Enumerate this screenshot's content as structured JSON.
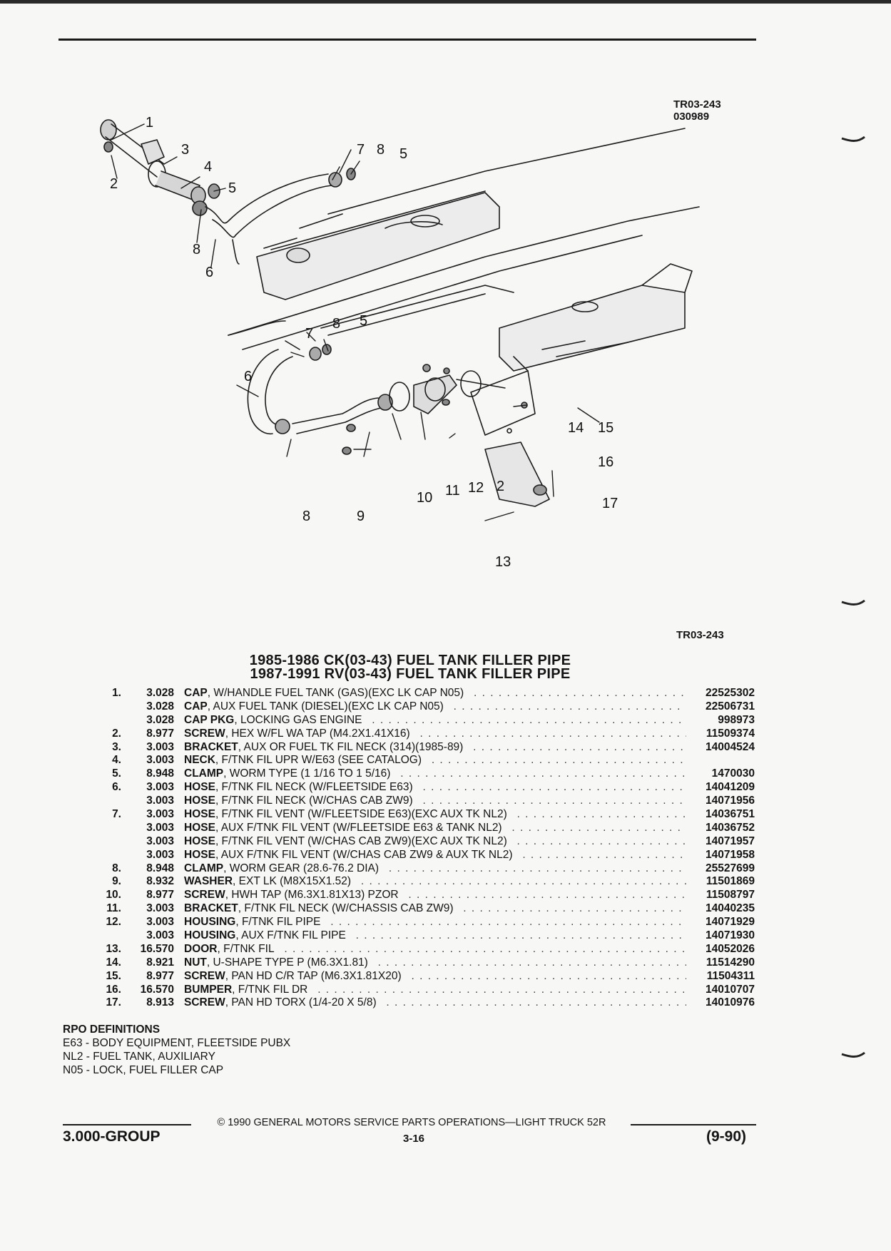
{
  "ref_codes": {
    "code": "TR03-243",
    "date_code": "030989",
    "bottom": "TR03-243"
  },
  "titles": [
    "1985-1986 CK(03-43) FUEL TANK FILLER PIPE",
    "1987-1991 RV(03-43) FUEL TANK FILLER PIPE"
  ],
  "callouts": [
    "1",
    "2",
    "3",
    "4",
    "5",
    "7",
    "8",
    "5",
    "8",
    "6",
    "5",
    "8",
    "7",
    "6",
    "14",
    "15",
    "16",
    "2",
    "12",
    "11",
    "10",
    "9",
    "8",
    "17",
    "13"
  ],
  "parts": [
    {
      "num": "1.",
      "grp": "3.028",
      "name": "CAP",
      "desc": ", W/HANDLE FUEL TANK (GAS)(EXC LK CAP N05)",
      "pn": "22525302"
    },
    {
      "num": "",
      "grp": "3.028",
      "name": "CAP",
      "desc": ", AUX FUEL TANK (DIESEL)(EXC LK CAP N05)",
      "pn": "22506731"
    },
    {
      "num": "",
      "grp": "3.028",
      "name": "CAP PKG",
      "desc": ", LOCKING GAS ENGINE",
      "pn": "998973"
    },
    {
      "num": "2.",
      "grp": "8.977",
      "name": "SCREW",
      "desc": ", HEX W/FL WA TAP (M4.2X1.41X16)",
      "pn": "11509374"
    },
    {
      "num": "3.",
      "grp": "3.003",
      "name": "BRACKET",
      "desc": ", AUX OR FUEL TK FIL NECK (314)(1985-89)",
      "pn": "14004524"
    },
    {
      "num": "4.",
      "grp": "3.003",
      "name": "NECK",
      "desc": ", F/TNK FIL UPR W/E63 (SEE CATALOG)",
      "pn": ""
    },
    {
      "num": "5.",
      "grp": "8.948",
      "name": "CLAMP",
      "desc": ", WORM TYPE (1 1/16 TO 1 5/16)",
      "pn": "1470030"
    },
    {
      "num": "6.",
      "grp": "3.003",
      "name": "HOSE",
      "desc": ", F/TNK FIL NECK (W/FLEETSIDE E63)",
      "pn": "14041209"
    },
    {
      "num": "",
      "grp": "3.003",
      "name": "HOSE",
      "desc": ", F/TNK FIL NECK (W/CHAS CAB ZW9)",
      "pn": "14071956"
    },
    {
      "num": "7.",
      "grp": "3.003",
      "name": "HOSE",
      "desc": ", F/TNK FIL VENT (W/FLEETSIDE E63)(EXC AUX TK NL2)",
      "pn": "14036751"
    },
    {
      "num": "",
      "grp": "3.003",
      "name": "HOSE",
      "desc": ", AUX F/TNK FIL VENT (W/FLEETSIDE E63 & TANK NL2)",
      "pn": "14036752"
    },
    {
      "num": "",
      "grp": "3.003",
      "name": "HOSE",
      "desc": ", F/TNK FIL VENT (W/CHAS CAB ZW9)(EXC AUX TK NL2)",
      "pn": "14071957"
    },
    {
      "num": "",
      "grp": "3.003",
      "name": "HOSE",
      "desc": ", AUX F/TNK FIL VENT (W/CHAS CAB ZW9 & AUX TK NL2)",
      "pn": "14071958"
    },
    {
      "num": "8.",
      "grp": "8.948",
      "name": "CLAMP",
      "desc": ", WORM GEAR (28.6-76.2 DIA)",
      "pn": "25527699"
    },
    {
      "num": "9.",
      "grp": "8.932",
      "name": "WASHER",
      "desc": ", EXT LK (M8X15X1.52)",
      "pn": "11501869"
    },
    {
      "num": "10.",
      "grp": "8.977",
      "name": "SCREW",
      "desc": ", HWH TAP (M6.3X1.81X13) PZOR",
      "pn": "11508797"
    },
    {
      "num": "11.",
      "grp": "3.003",
      "name": "BRACKET",
      "desc": ", F/TNK FIL NECK (W/CHASSIS CAB ZW9)",
      "pn": "14040235"
    },
    {
      "num": "12.",
      "grp": "3.003",
      "name": "HOUSING",
      "desc": ", F/TNK FIL PIPE",
      "pn": "14071929"
    },
    {
      "num": "",
      "grp": "3.003",
      "name": "HOUSING",
      "desc": ", AUX F/TNK FIL PIPE",
      "pn": "14071930"
    },
    {
      "num": "13.",
      "grp": "16.570",
      "name": "DOOR",
      "desc": ", F/TNK FIL",
      "pn": "14052026"
    },
    {
      "num": "14.",
      "grp": "8.921",
      "name": "NUT",
      "desc": ", U-SHAPE TYPE P (M6.3X1.81)",
      "pn": "11514290"
    },
    {
      "num": "15.",
      "grp": "8.977",
      "name": "SCREW",
      "desc": ", PAN HD C/R TAP (M6.3X1.81X20)",
      "pn": "11504311"
    },
    {
      "num": "16.",
      "grp": "16.570",
      "name": "BUMPER",
      "desc": ", F/TNK FIL DR",
      "pn": "14010707"
    },
    {
      "num": "17.",
      "grp": "8.913",
      "name": "SCREW",
      "desc": ", PAN HD TORX (1/4-20 X 5/8)",
      "pn": "14010976"
    }
  ],
  "rpo": {
    "heading": "RPO DEFINITIONS",
    "items": [
      "E63 - BODY EQUIPMENT, FLEETSIDE PUBX",
      "NL2 - FUEL TANK, AUXILIARY",
      "N05 - LOCK, FUEL FILLER CAP"
    ]
  },
  "footer": {
    "copyright": "© 1990 GENERAL MOTORS SERVICE PARTS OPERATIONS—LIGHT TRUCK 52R",
    "group": "3.000-GROUP",
    "page": "3-16",
    "date": "(9-90)"
  }
}
